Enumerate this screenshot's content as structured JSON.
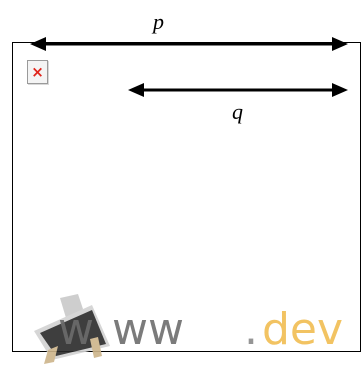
{
  "labels": {
    "p": "p",
    "q": "q"
  },
  "broken_image": {
    "glyph": "×",
    "icon": "broken-image-icon"
  },
  "watermark": {
    "letter_w": "w",
    "rest": "ww",
    "dot": ".",
    "domain_part": "dev"
  },
  "colors": {
    "line": "#000000",
    "broken_x": "#e0241b",
    "watermark_gray": "#707070",
    "watermark_orange": "#f1bd52"
  }
}
